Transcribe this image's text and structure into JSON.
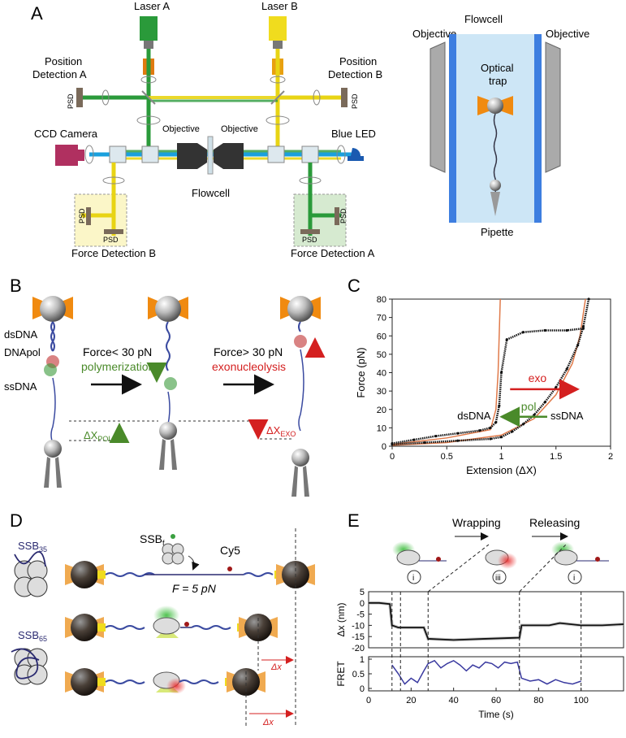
{
  "panels": {
    "A": "A",
    "B": "B",
    "C": "C",
    "D": "D",
    "E": "E"
  },
  "panel_a": {
    "laser_a": "Laser A",
    "laser_b": "Laser B",
    "position_a": [
      "Position",
      "Detection A"
    ],
    "position_b": [
      "Position",
      "Detection B"
    ],
    "psd": "PSD",
    "ccd": "CCD Camera",
    "blue_led": "Blue LED",
    "objective": "Objective",
    "flowcell": "Flowcell",
    "force_b": "Force Detection B",
    "force_a": "Force Detection A",
    "inset_objective_left": "Objective",
    "inset_objective_right": "Objective",
    "inset_flowcell": "Flowcell",
    "optical_trap": [
      "Optical",
      "trap"
    ],
    "pipette": "Pipette",
    "colors": {
      "green": "#2a9a3a",
      "yellow": "#e8d414",
      "blue": "#1aa0dd",
      "laser_a": "#2a9a3a",
      "laser_b": "#f0dc1e",
      "ccd": "#b03060",
      "led": "#1a5ab0"
    }
  },
  "panel_b": {
    "dsdna": "dsDNA",
    "dnapol": "DNApol",
    "ssdna": "ssDNA",
    "force_low": "Force< 30 pN",
    "polymerization": "polymerization",
    "force_high": "Force> 30 pN",
    "exonucleolysis": "exonucleolysis",
    "dx_pol": "ΔX",
    "dx_pol_sub": "POL",
    "dx_exo": "ΔX",
    "dx_exo_sub": "EXO",
    "colors": {
      "poly": "#4a8a2a",
      "exo": "#d42020"
    }
  },
  "chart_data": [
    {
      "type": "scatter",
      "panel": "C",
      "xlabel": "Extension (ΔX)",
      "ylabel": "Force (pN)",
      "xlim": [
        0,
        2
      ],
      "ylim": [
        0,
        80
      ],
      "xticks": [
        "0",
        "0.5",
        "1",
        "1.5",
        "2"
      ],
      "yticks": [
        "0",
        "10",
        "20",
        "30",
        "40",
        "50",
        "60",
        "70",
        "80"
      ],
      "annotations": {
        "exo": "exo",
        "pol": "pol",
        "dsdna": "dsDNA",
        "ssdna": "ssDNA"
      },
      "series": [
        {
          "values": [
            [
              0,
              1.5
            ],
            [
              0.2,
              3.5
            ],
            [
              0.4,
              5.5
            ],
            [
              0.6,
              7
            ],
            [
              0.8,
              8.5
            ],
            [
              0.9,
              10
            ],
            [
              0.95,
              13
            ],
            [
              0.98,
              22
            ],
            [
              1.0,
              40
            ],
            [
              1.05,
              58
            ],
            [
              1.2,
              62
            ],
            [
              1.4,
              63
            ],
            [
              1.6,
              63
            ],
            [
              1.75,
              64
            ]
          ]
        },
        {
          "values": [
            [
              0.0,
              1
            ],
            [
              0.3,
              2
            ],
            [
              0.6,
              3
            ],
            [
              0.9,
              4
            ],
            [
              1.0,
              5
            ],
            [
              1.1,
              8
            ],
            [
              1.2,
              12
            ],
            [
              1.3,
              17
            ],
            [
              1.4,
              24
            ],
            [
              1.5,
              32
            ],
            [
              1.6,
              42
            ],
            [
              1.7,
              55
            ],
            [
              1.75,
              65
            ],
            [
              1.8,
              80
            ]
          ]
        }
      ],
      "fits": [
        {
          "values": [
            [
              0,
              1
            ],
            [
              0.5,
              4.5
            ],
            [
              0.9,
              9
            ],
            [
              0.95,
              20
            ],
            [
              0.97,
              40
            ],
            [
              0.99,
              80
            ]
          ]
        },
        {
          "values": [
            [
              0,
              0.5
            ],
            [
              0.5,
              2
            ],
            [
              1.0,
              6
            ],
            [
              1.3,
              15
            ],
            [
              1.5,
              28
            ],
            [
              1.65,
              45
            ],
            [
              1.72,
              60
            ],
            [
              1.77,
              80
            ]
          ]
        }
      ],
      "colors": {
        "points": "#111111",
        "fit": "#e07a4a",
        "exo_arrow": "#d42020",
        "pol_arrow": "#4a8a2a"
      }
    },
    {
      "type": "line",
      "panel": "E-top",
      "ylabel": "Δx (nm)",
      "ylim": [
        -20,
        5
      ],
      "yticks": [
        "5",
        "0",
        "-5",
        "-10",
        "-15",
        "-20"
      ],
      "xlim": [
        0,
        120
      ],
      "series": [
        {
          "values": [
            [
              0,
              0
            ],
            [
              5,
              0
            ],
            [
              10,
              -0.5
            ],
            [
              11,
              -10
            ],
            [
              14,
              -11
            ],
            [
              20,
              -11
            ],
            [
              26,
              -11
            ],
            [
              28,
              -16
            ],
            [
              40,
              -16.5
            ],
            [
              55,
              -16
            ],
            [
              71,
              -15.5
            ],
            [
              72,
              -10
            ],
            [
              85,
              -10
            ],
            [
              90,
              -9
            ],
            [
              100,
              -10
            ],
            [
              110,
              -10
            ],
            [
              120,
              -9.5
            ]
          ]
        }
      ],
      "colors": {
        "trace": "#111111",
        "raw": "#aaaaaa"
      }
    },
    {
      "type": "line",
      "panel": "E-bottom",
      "xlabel": "Time (s)",
      "ylabel": "FRET",
      "ylim": [
        0,
        1
      ],
      "yticks": [
        "1",
        "0.5",
        "0"
      ],
      "xlim": [
        0,
        120
      ],
      "xticks": [
        "0",
        "20",
        "40",
        "60",
        "80",
        "100"
      ],
      "series": [
        {
          "values": [
            [
              11,
              0.8
            ],
            [
              14,
              0.5
            ],
            [
              17,
              0.15
            ],
            [
              20,
              0.35
            ],
            [
              23,
              0.2
            ],
            [
              26,
              0.6
            ],
            [
              28,
              0.85
            ],
            [
              31,
              0.95
            ],
            [
              34,
              0.7
            ],
            [
              37,
              0.85
            ],
            [
              40,
              0.95
            ],
            [
              43,
              0.8
            ],
            [
              46,
              0.6
            ],
            [
              49,
              0.8
            ],
            [
              52,
              0.7
            ],
            [
              55,
              0.9
            ],
            [
              58,
              0.85
            ],
            [
              61,
              0.7
            ],
            [
              64,
              0.9
            ],
            [
              67,
              0.85
            ],
            [
              70,
              0.9
            ],
            [
              72,
              0.35
            ],
            [
              76,
              0.25
            ],
            [
              80,
              0.3
            ],
            [
              84,
              0.15
            ],
            [
              88,
              0.3
            ],
            [
              92,
              0.2
            ],
            [
              96,
              0.15
            ],
            [
              100,
              0.25
            ]
          ]
        }
      ],
      "colors": {
        "trace": "#3a3aa0"
      }
    }
  ],
  "panel_d": {
    "ssb35": "SSB",
    "ssb35_sub": "35",
    "ssb65": "SSB",
    "ssb65_sub": "65",
    "ssbf": "SSB",
    "ssbf_sub": "f",
    "cy5": "Cy5",
    "force": "F = 5 pN",
    "dx": "Δx"
  },
  "panel_e": {
    "wrapping": "Wrapping",
    "releasing": "Releasing",
    "states": [
      "i",
      "iii",
      "i"
    ]
  }
}
